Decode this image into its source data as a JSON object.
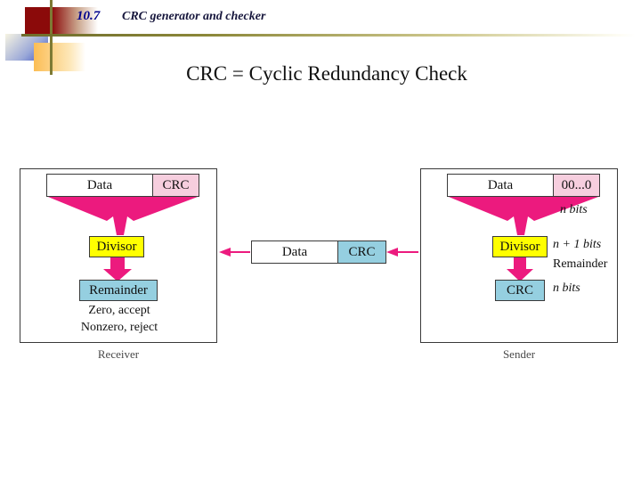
{
  "header": {
    "slide_number": "10.7",
    "title": "CRC generator and checker",
    "accent_dark_red": "#8B0A0A",
    "accent_navy": "#00008B",
    "accent_olive": "#7D7A34"
  },
  "subtitle": "CRC = Cyclic Redundancy Check",
  "diagram": {
    "type": "block-flow",
    "colors": {
      "arrow_magenta": "#EC1A7E",
      "divisor_yellow": "#FFFF00",
      "remainder_blue": "#95CFE0",
      "crc_pink": "#F6CEDE",
      "border_gray": "#3A3A3A"
    },
    "receiver": {
      "caption": "Receiver",
      "bar": {
        "left_label": "Data",
        "right_label": "CRC",
        "right_fill": "pink"
      },
      "divisor_label": "Divisor",
      "remainder_label": "Remainder",
      "result_line1": "Zero, accept",
      "result_line2": "Nonzero, reject"
    },
    "sender": {
      "caption": "Sender",
      "bar": {
        "left_label": "Data",
        "right_label": "00...0",
        "right_fill": "pink"
      },
      "bits_after_bar": "n bits",
      "divisor_label": "Divisor",
      "divisor_bits": "n + 1 bits",
      "remainder_label": "Remainder",
      "crc_label": "CRC",
      "crc_bits": "n bits"
    },
    "channel": {
      "bar": {
        "left_label": "Data",
        "right_label": "CRC",
        "right_fill": "blue"
      },
      "direction": "sender-to-receiver"
    }
  }
}
